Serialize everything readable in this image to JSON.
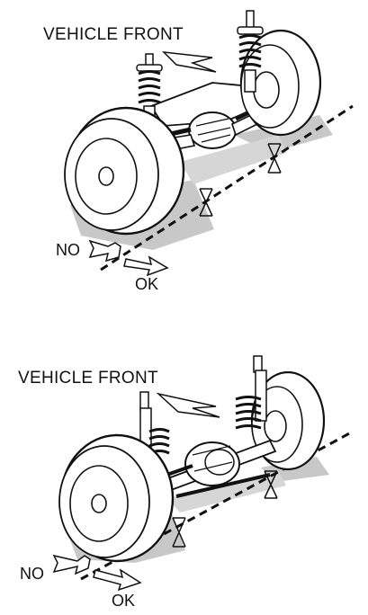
{
  "top": {
    "front_label": "VEHICLE FRONT",
    "no_label": "NO",
    "ok_label": "OK"
  },
  "bottom": {
    "front_label": "VEHICLE FRONT",
    "no_label": "NO",
    "ok_label": "OK"
  },
  "colors": {
    "ink": "#111111",
    "shadow": "#c8c8c8",
    "body": "#ffffff"
  }
}
